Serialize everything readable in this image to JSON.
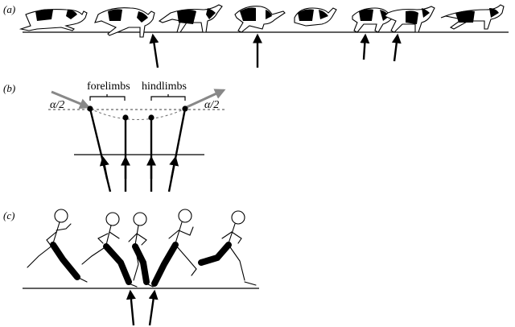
{
  "panels": {
    "a": {
      "label": "(a)"
    },
    "b": {
      "label": "(b)",
      "forelimbs_label": "forelimbs",
      "hindlimbs_label": "hindlimbs",
      "angle_left": "α/2",
      "angle_right": "α/2"
    },
    "c": {
      "label": "(c)"
    }
  }
}
